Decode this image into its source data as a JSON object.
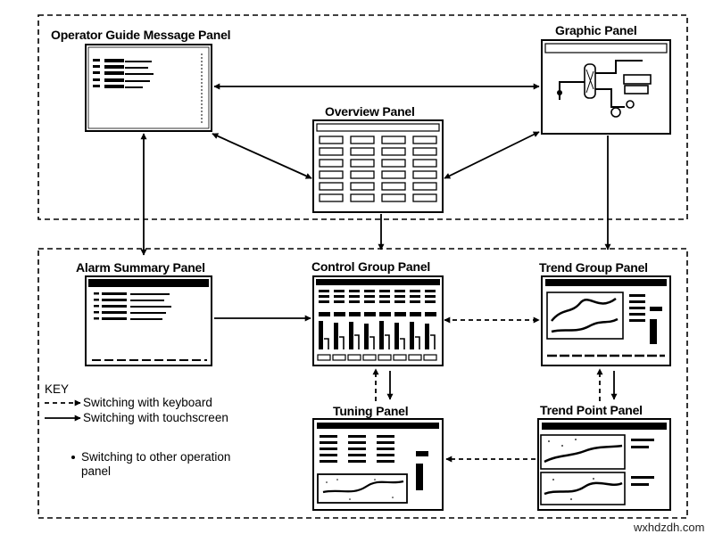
{
  "panels": {
    "operator_guide": "Operator Guide Message Panel",
    "overview": "Overview Panel",
    "graphic": "Graphic Panel",
    "alarm_summary": "Alarm Summary Panel",
    "control_group": "Control Group Panel",
    "trend_group": "Trend Group Panel",
    "tuning": "Tuning Panel",
    "trend_point": "Trend Point Panel"
  },
  "key": {
    "title": "KEY",
    "keyboard": "Switching with keyboard",
    "touchscreen": "Switching with touchscreen",
    "other_line1": "Switching to other operation",
    "other_line2": "panel"
  },
  "watermark": "wxhdzdh.com",
  "colors": {
    "ink": "#000000",
    "background": "#ffffff"
  }
}
